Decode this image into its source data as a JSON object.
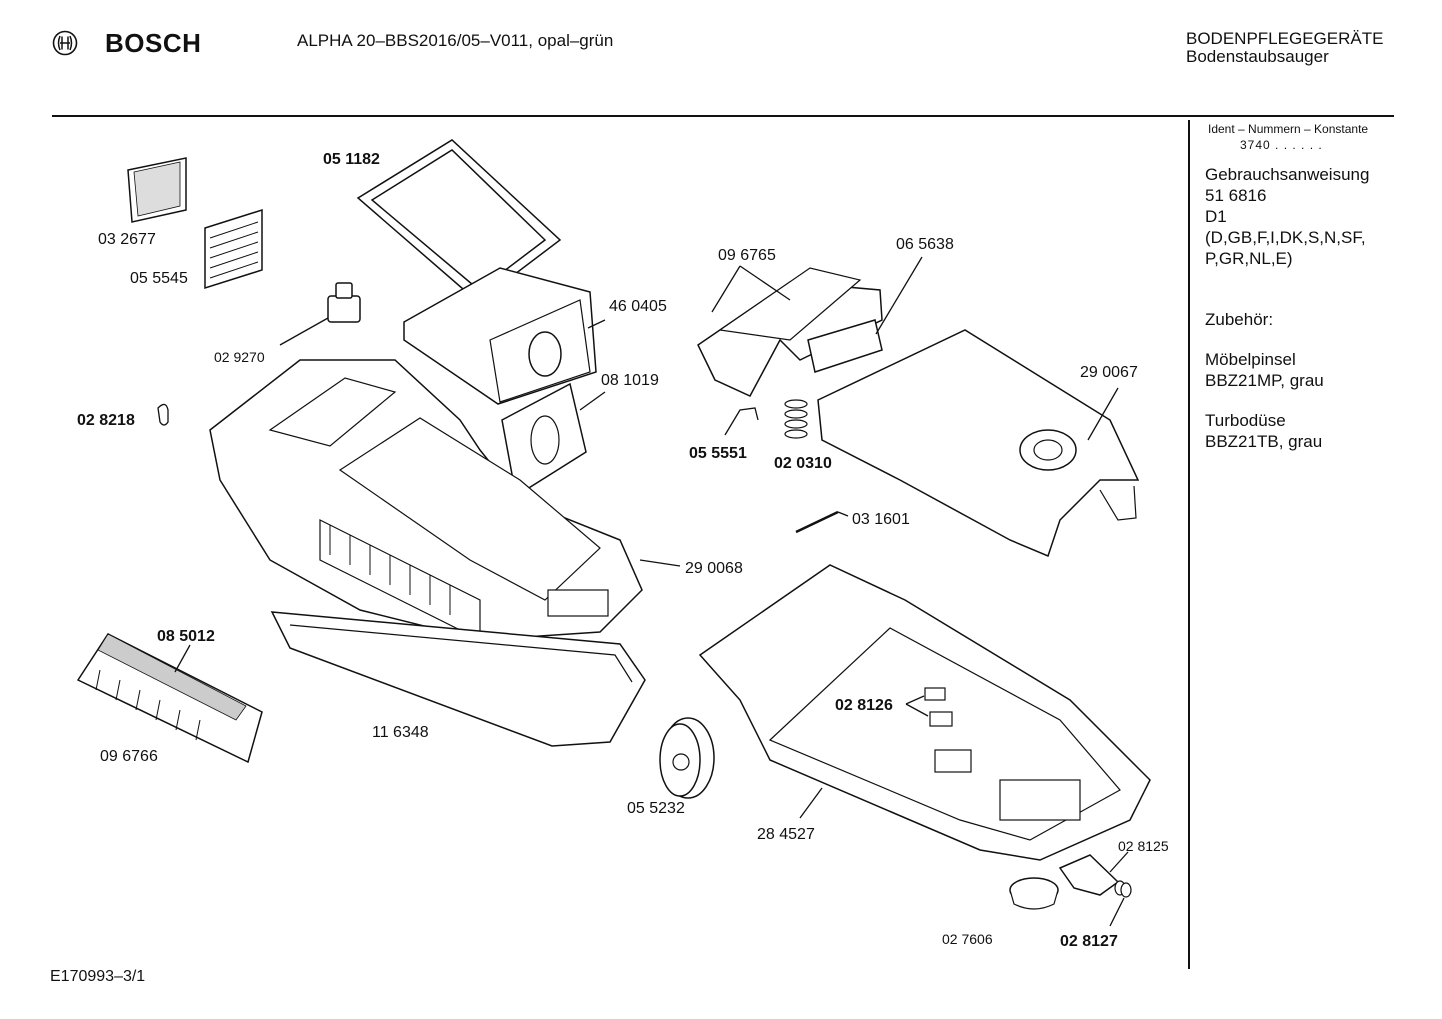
{
  "header": {
    "brand": "BOSCH",
    "model": "ALPHA 20–BBS2016/05–V011, opal–grün",
    "category_line1": "BODENPFLEGEGERÄTE",
    "category_line2": "Bodenstaubsauger"
  },
  "sidebar": {
    "ident_label": "Ident – Nummern – Konstante",
    "ident_value": "3740  .  .  .  .  .  .",
    "manual": {
      "line1": "Gebrauchsanweisung",
      "line2": "51 6816",
      "line3": "D1",
      "line4": "(D,GB,F,I,DK,S,N,SF,",
      "line5": "P,GR,NL,E)"
    },
    "accessories_label": "Zubehör:",
    "accessory1": {
      "name": "Möbelpinsel",
      "detail": "BBZ21MP, grau"
    },
    "accessory2": {
      "name": "Turbodüse",
      "detail": "BBZ21TB, grau"
    }
  },
  "footer": {
    "diagram_id": "E170993–3/1"
  },
  "parts": {
    "p051182": "05 1182",
    "p032677": "03 2677",
    "p055545": "05 5545",
    "p029270": "02 9270",
    "p028218": "02 8218",
    "p460405": "46 0405",
    "p081019": "08 1019",
    "p096765": "09 6765",
    "p065638": "06 5638",
    "p290067": "29 0067",
    "p055551": "05 5551",
    "p020310": "02 0310",
    "p031601": "03 1601",
    "p290068": "29 0068",
    "p085012": "08 5012",
    "p096766": "09 6766",
    "p116348": "11 6348",
    "p055232": "05 5232",
    "p284527": "28 4527",
    "p028126": "02 8126",
    "p028125": "02 8125",
    "p027606": "02 7606",
    "p028127": "02 8127"
  }
}
